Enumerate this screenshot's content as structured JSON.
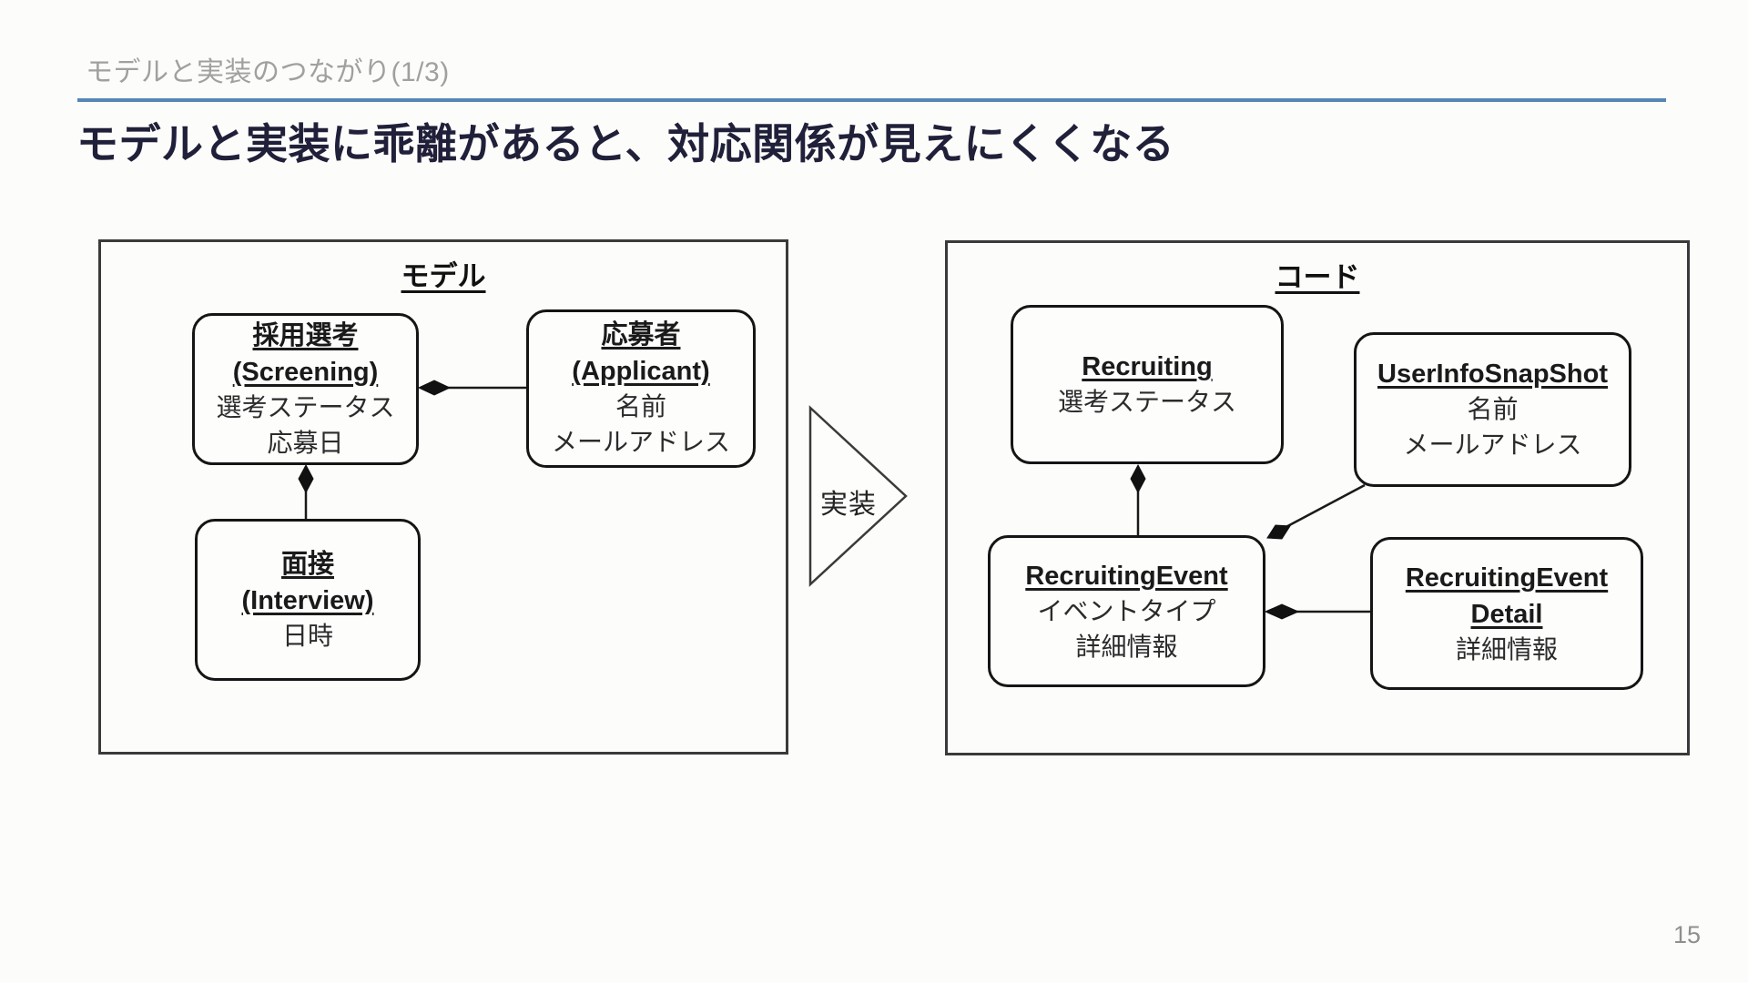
{
  "slide": {
    "header": "モデルと実装のつながり(1/3)",
    "title": "モデルと実装に乖離があると、対応関係が見えにくくなる",
    "page_number": "15",
    "colors": {
      "accent_rule": "#5586B4",
      "header_text": "#A0A0A0",
      "title_text": "#20203A",
      "diagram_ink": "#1A1A1A"
    }
  },
  "diagram": {
    "arrow_label": "実装",
    "model_panel": {
      "label": "モデル",
      "boxes": [
        {
          "title_lines": [
            "採用選考",
            "(Screening)"
          ],
          "attributes": [
            "選考ステータス",
            "応募日"
          ]
        },
        {
          "title_lines": [
            "応募者",
            "(Applicant)"
          ],
          "attributes": [
            "名前",
            "メールアドレス"
          ]
        },
        {
          "title_lines": [
            "面接",
            "(Interview)"
          ],
          "attributes": [
            "日時"
          ]
        }
      ]
    },
    "code_panel": {
      "label": "コード",
      "boxes": [
        {
          "title_lines": [
            "Recruiting"
          ],
          "attributes": [
            "選考ステータス"
          ]
        },
        {
          "title_lines": [
            "UserInfoSnapShot"
          ],
          "attributes": [
            "名前",
            "メールアドレス"
          ]
        },
        {
          "title_lines": [
            "RecruitingEvent"
          ],
          "attributes": [
            "イベントタイプ",
            "詳細情報"
          ]
        },
        {
          "title_lines": [
            "RecruitingEvent",
            "Detail"
          ],
          "attributes": [
            "詳細情報"
          ]
        }
      ]
    }
  }
}
